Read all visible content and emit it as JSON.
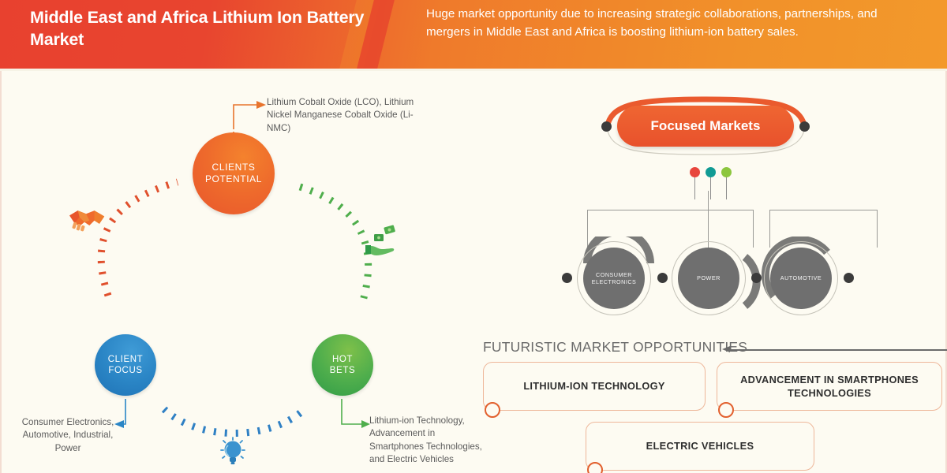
{
  "header": {
    "title": "Middle East and Africa Lithium Ion Battery Market",
    "subtitle": "Huge market opportunity due to increasing strategic collaborations, partnerships, and mergers in Middle East and Africa is boosting lithium-ion battery sales."
  },
  "left_diagram": {
    "nodes": [
      {
        "id": "clients-potential",
        "label": "CLIENTS\nPOTENTIAL",
        "color": "#ee6a2c"
      },
      {
        "id": "client-focus",
        "label": "CLIENT\nFOCUS",
        "color": "#2b86c6"
      },
      {
        "id": "hot-bets",
        "label": "HOT\nBETS",
        "color": "#4fae4c"
      }
    ],
    "notes": {
      "clients_potential": "Lithium Cobalt Oxide (LCO), Lithium Nickel Manganese Cobalt Oxide (Li-NMC)",
      "client_focus": "Consumer Electronics, Automotive, Industrial, Power",
      "hot_bets": "Lithium-ion Technology, Advancement in Smartphones Technologies, and Electric Vehicles"
    },
    "icons": {
      "handshake": "handshake-icon",
      "money_hand": "money-hand-icon",
      "lightbulb": "lightbulb-icon"
    }
  },
  "focused_markets": {
    "title": "Focused Markets",
    "accent": "#e8512c",
    "legend_colors": [
      "#e8453c",
      "#119b94",
      "#8cc63e"
    ],
    "markets": [
      {
        "label": "CONSUMER\nELECTRONICS"
      },
      {
        "label": "POWER"
      },
      {
        "label": "AUTOMOTIVE"
      }
    ]
  },
  "futuristic": {
    "title": "FUTURISTIC MARKET OPPORTUNITIES",
    "boxes": [
      {
        "label": "LITHIUM-ION TECHNOLOGY"
      },
      {
        "label": "ADVANCEMENT IN SMARTPHONES TECHNOLOGIES"
      },
      {
        "label": "ELECTRIC VEHICLES"
      }
    ]
  }
}
